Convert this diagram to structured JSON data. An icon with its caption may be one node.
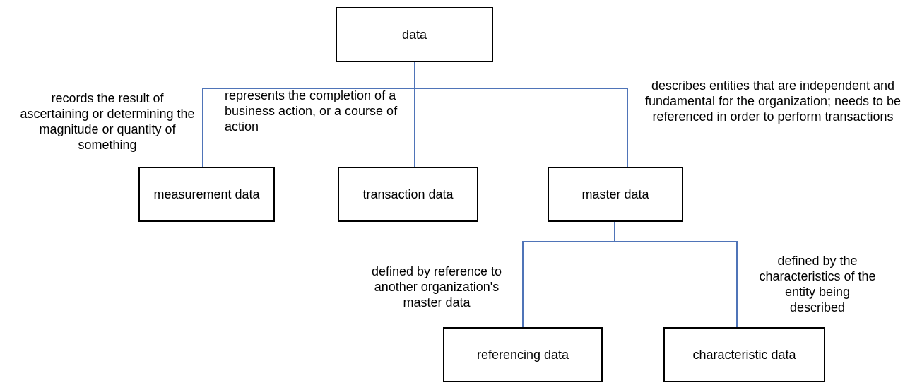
{
  "diagram": {
    "nodes": [
      {
        "text": [
          "data"
        ]
      },
      {
        "text": [
          "measurement data"
        ],
        "beside": [
          "records the result of ascertaining or determining the magnitude or quantity of something"
        ]
      },
      {
        "text": [
          "transaction data"
        ],
        "beside": [
          "represents the completion of a business action, or a course of action"
        ]
      },
      {
        "text": [
          "master data"
        ],
        "beside": [
          "describes entities that are independent and fundamental for the organization; needs to be referenced in order to perform transactions"
        ]
      },
      {
        "text": [
          "referencing data"
        ],
        "beside": [
          "defined by reference to another organization's master data"
        ]
      },
      {
        "text": [
          "characteristic data"
        ],
        "beside": [
          "defined by the characteristics of the entity being described"
        ]
      }
    ],
    "edges": [
      {
        "from": 0,
        "to": 1,
        "arrow": "none"
      },
      {
        "from": 0,
        "to": 2,
        "arrow": "none"
      },
      {
        "from": 0,
        "to": 3,
        "arrow": "none"
      },
      {
        "from": 3,
        "to": 4,
        "arrow": "none"
      },
      {
        "from": 3,
        "to": 5,
        "arrow": "none"
      }
    ]
  }
}
